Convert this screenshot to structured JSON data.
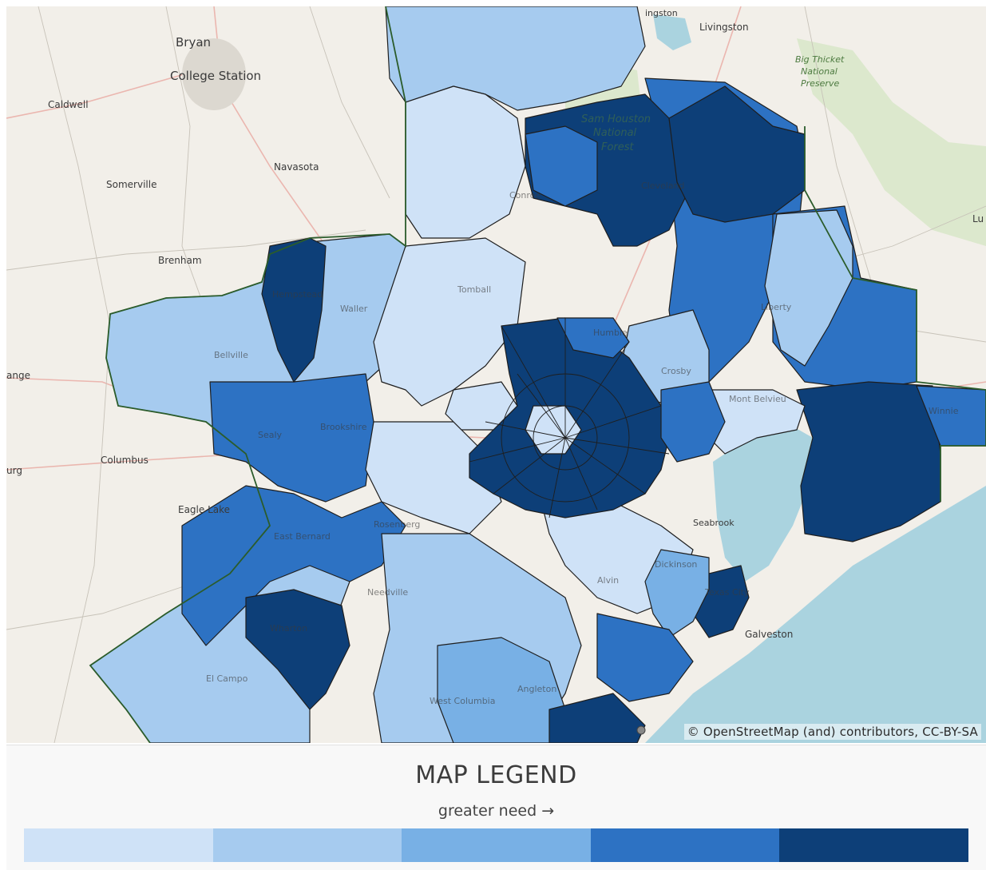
{
  "map": {
    "attribution": "© OpenStreetMap (and) contributors, CC-BY-SA",
    "place_labels": [
      {
        "text": "Bryan"
      },
      {
        "text": "College Station"
      },
      {
        "text": "Caldwell"
      },
      {
        "text": "Navasota"
      },
      {
        "text": "Somerville"
      },
      {
        "text": "Brenham"
      },
      {
        "text": "Livingston"
      },
      {
        "text": "Columbus"
      },
      {
        "text": "Eagle Lake"
      },
      {
        "text": "Hempstead"
      },
      {
        "text": "Waller"
      },
      {
        "text": "Bellville"
      },
      {
        "text": "Sealy"
      },
      {
        "text": "Brookshire"
      },
      {
        "text": "East Bernard"
      },
      {
        "text": "Rosenberg"
      },
      {
        "text": "Needville"
      },
      {
        "text": "Wharton"
      },
      {
        "text": "El Campo"
      },
      {
        "text": "West Columbia"
      },
      {
        "text": "Angleton"
      },
      {
        "text": "Alvin"
      },
      {
        "text": "Dickinson"
      },
      {
        "text": "Texas City"
      },
      {
        "text": "Galveston"
      },
      {
        "text": "Crosby"
      },
      {
        "text": "Liberty"
      },
      {
        "text": "Mont Belvieu"
      },
      {
        "text": "Winnie"
      },
      {
        "text": "Cleveland"
      },
      {
        "text": "Conroe"
      },
      {
        "text": "Tomball"
      },
      {
        "text": "Humble"
      },
      {
        "text": "Seabrook"
      },
      {
        "text": "Lu"
      },
      {
        "text": "ange"
      },
      {
        "text": "urg"
      },
      {
        "text": "ingston"
      }
    ],
    "park_labels": [
      {
        "text": "Big Thicket"
      },
      {
        "text": "National"
      },
      {
        "text": "Preserve"
      },
      {
        "text": "Sam Houston"
      },
      {
        "text": "National"
      },
      {
        "text": "Forest"
      }
    ],
    "icons": [
      "pushpin-icon"
    ],
    "water_color": "#aad3df",
    "land_color": "#f2efe9"
  },
  "legend": {
    "title": "MAP LEGEND",
    "subtitle": "greater need →",
    "colors": [
      "#cfe2f7",
      "#a6cbef",
      "#78b0e5",
      "#2d72c3",
      "#0d3f78"
    ]
  }
}
